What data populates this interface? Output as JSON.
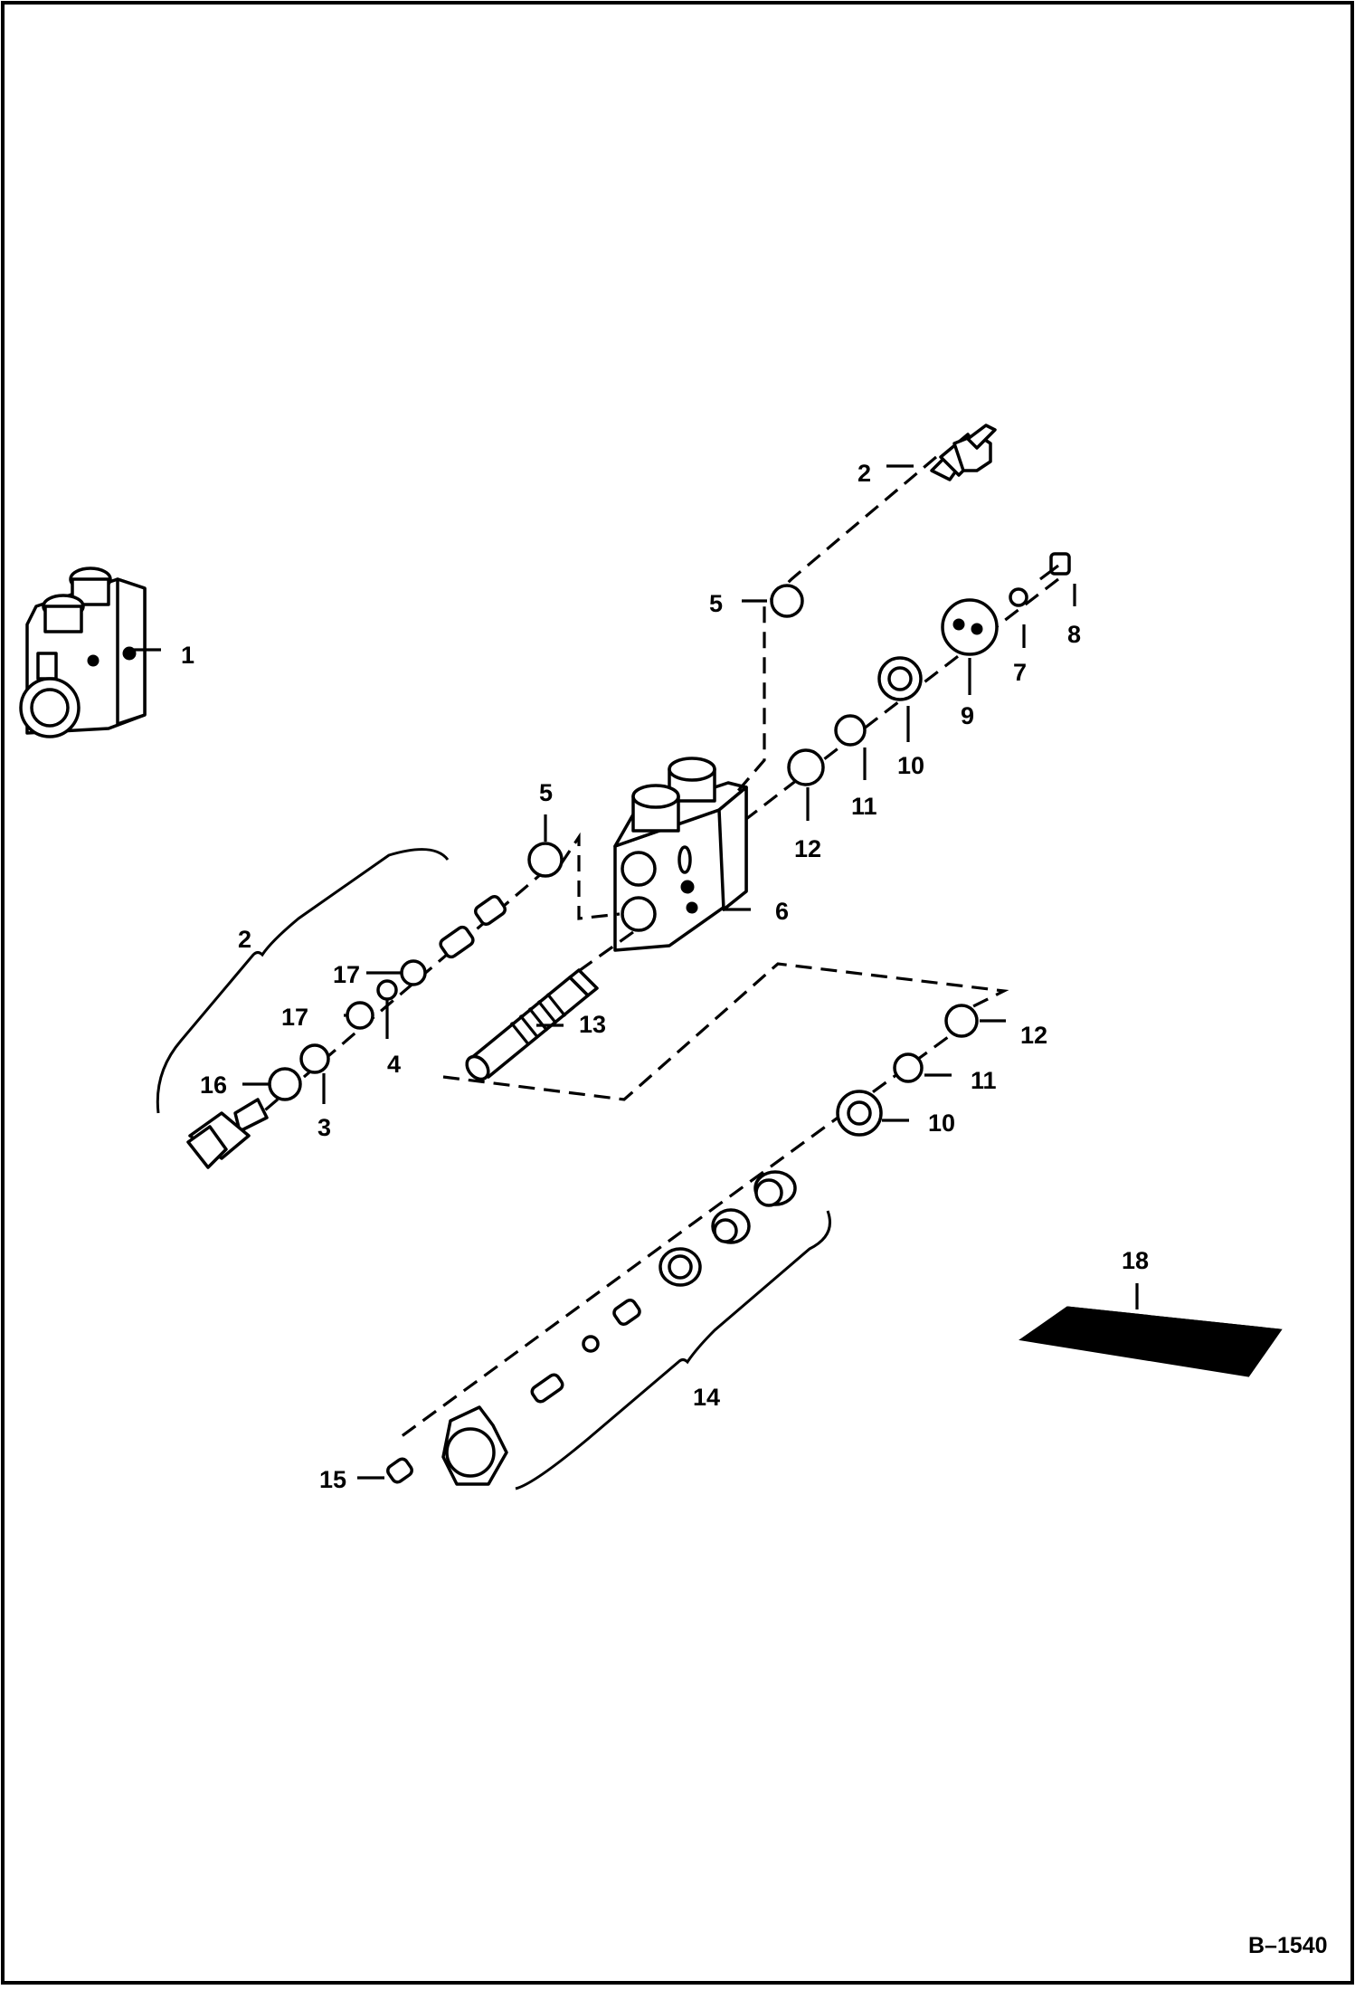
{
  "drawing_id": "B–1540",
  "callouts": {
    "c1": "1",
    "c2a": "2",
    "c2b": "2",
    "c3": "3",
    "c4": "4",
    "c5a": "5",
    "c5b": "5",
    "c6": "6",
    "c7": "7",
    "c8": "8",
    "c9": "9",
    "c10a": "10",
    "c10b": "10",
    "c11a": "11",
    "c11b": "11",
    "c12a": "12",
    "c12b": "12",
    "c13": "13",
    "c14": "14",
    "c15": "15",
    "c16": "16",
    "c17a": "17",
    "c17b": "17",
    "c18": "18"
  }
}
